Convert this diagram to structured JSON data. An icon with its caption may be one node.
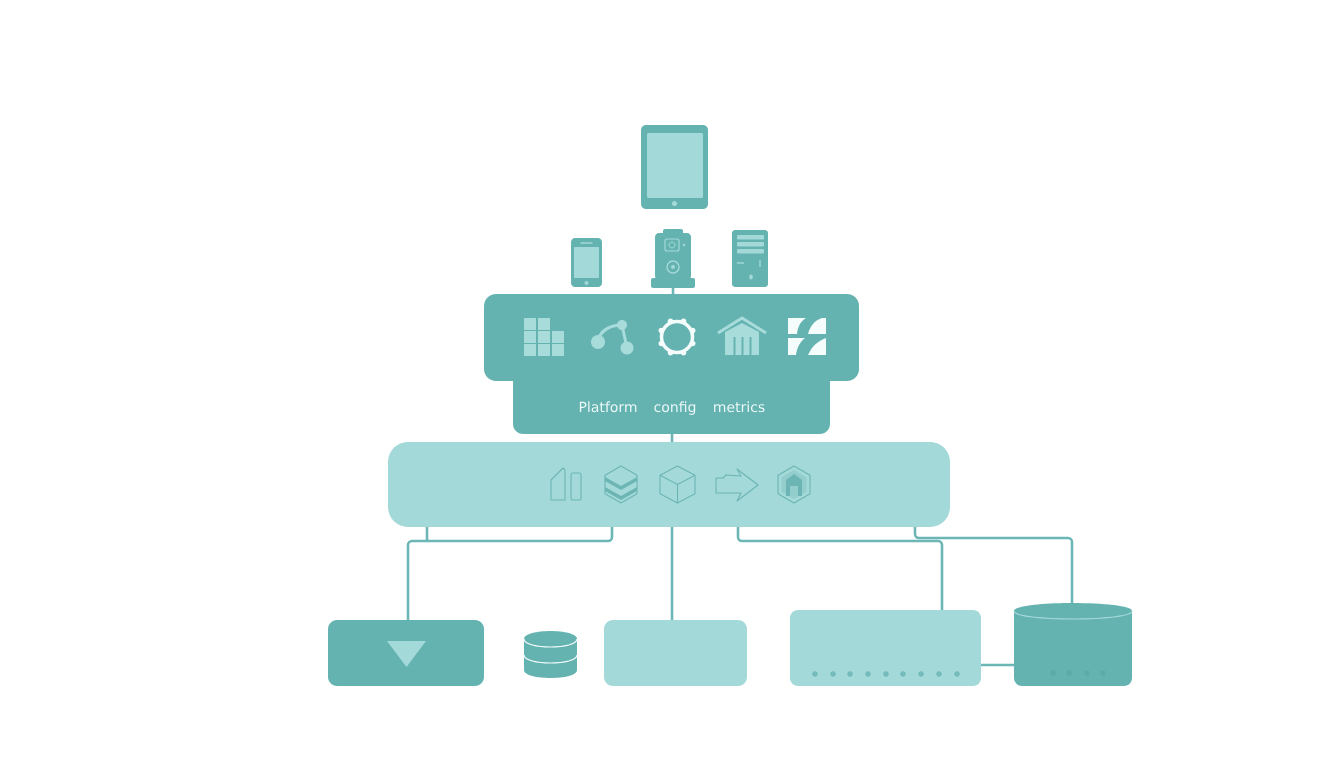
{
  "diagram": {
    "nodes": [
      {
        "text": [],
        "shape": "picture"
      },
      {
        "text": [],
        "shape": "picture"
      },
      {
        "text": [],
        "shape": "picture"
      },
      {
        "text": [],
        "shape": "picture"
      },
      {
        "text": [
          "Platform",
          "config",
          "metrics"
        ]
      },
      {
        "text": [],
        "shape": "box"
      },
      {
        "text": [],
        "shape": "box"
      },
      {
        "text": [],
        "shape": "cylinder"
      },
      {
        "text": [],
        "shape": "box"
      },
      {
        "text": [],
        "shape": "box"
      },
      {
        "text": [],
        "shape": "cylinder"
      }
    ],
    "edges": [
      {
        "from": 2,
        "to": 4,
        "arrow": "none"
      },
      {
        "from": 4,
        "to": 5,
        "arrow": "none"
      },
      {
        "from": 5,
        "to": 6,
        "arrow": "none"
      },
      {
        "from": 5,
        "to": 8,
        "arrow": "none"
      },
      {
        "from": 5,
        "to": 9,
        "arrow": "none"
      },
      {
        "from": 5,
        "to": 10,
        "arrow": "none"
      },
      {
        "from": 9,
        "to": 10,
        "arrow": "none"
      }
    ]
  }
}
